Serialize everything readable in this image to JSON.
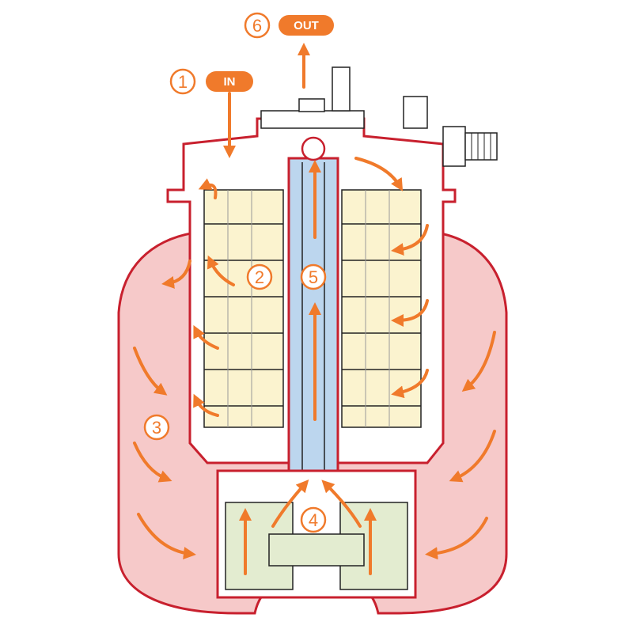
{
  "labels": {
    "in": "IN",
    "out": "OUT"
  },
  "step_numbers": {
    "s1": "1",
    "s2": "2",
    "s3": "3",
    "s4": "4",
    "s5": "5",
    "s6": "6"
  },
  "colors": {
    "outline": "#c8202e",
    "housing_fill": "#f6c9c9",
    "sponge_fill": "#fbf3cf",
    "tube_fill": "#bcd6ee",
    "bio_fill": "#e3ecd0",
    "arrow": "#f07a2b"
  }
}
